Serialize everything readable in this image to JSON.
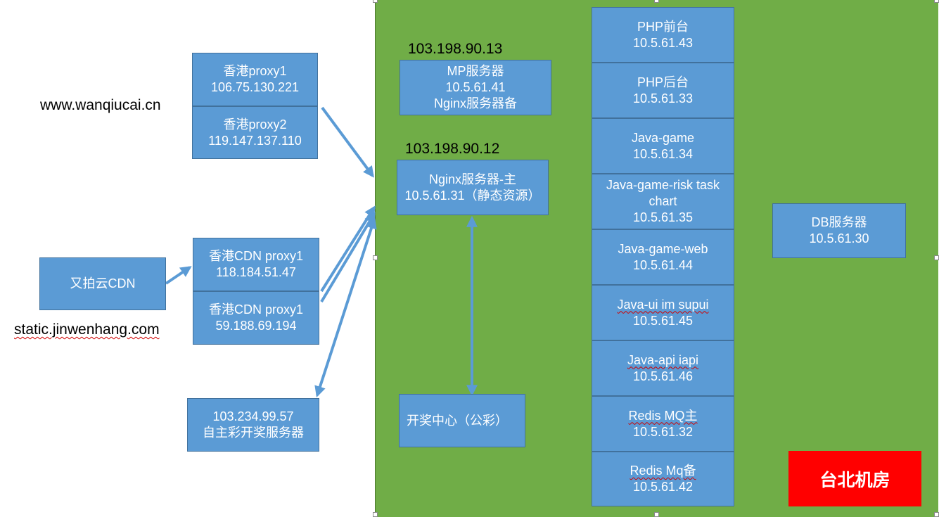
{
  "labels": {
    "domain1": "www.wanqiucai.cn",
    "domain2": "static.jinwenhang.com",
    "ip_mp": "103.198.90.13",
    "ip_nginx": "103.198.90.12"
  },
  "left_boxes": {
    "hk_proxy1": {
      "name": "香港proxy1",
      "ip": "106.75.130.221"
    },
    "hk_proxy2": {
      "name": "香港proxy2",
      "ip": "119.147.137.110"
    },
    "upyun_cdn": {
      "name": "又拍云CDN"
    },
    "hk_cdn_proxy1a": {
      "name": "香港CDN proxy1",
      "ip": "118.184.51.47"
    },
    "hk_cdn_proxy1b": {
      "name": "香港CDN proxy1",
      "ip": "59.188.69.194"
    },
    "self_lottery": {
      "ip": "103.234.99.57",
      "name": "自主彩开奖服务器"
    }
  },
  "center_boxes": {
    "mp_server": {
      "name": "MP服务器",
      "ip": "10.5.61.41",
      "note": "Nginx服务器备"
    },
    "nginx_main": {
      "name": "Nginx服务器-主",
      "ip": "10.5.61.31（静态资源）"
    },
    "lottery_center": {
      "name": "开奖中心（公彩）"
    }
  },
  "server_stack": [
    {
      "name": "PHP前台",
      "ip": "10.5.61.43"
    },
    {
      "name": "PHP后台",
      "ip": "10.5.61.33"
    },
    {
      "name": "Java-game",
      "ip": "10.5.61.34"
    },
    {
      "name": "Java-game-risk task chart",
      "ip": "10.5.61.35"
    },
    {
      "name": "Java-game-web",
      "ip": "10.5.61.44"
    },
    {
      "name": "Java-ui im supui",
      "ip": "10.5.61.45"
    },
    {
      "name": "Java-api iapi",
      "ip": "10.5.61.46"
    },
    {
      "name": "Redis MQ主",
      "ip": "10.5.61.32"
    },
    {
      "name": "Redis Mq备",
      "ip": "10.5.61.42"
    }
  ],
  "db_server": {
    "name": "DB服务器",
    "ip": "10.5.61.30"
  },
  "datacenter_label": "台北机房",
  "colors": {
    "region": "#70ad47",
    "box": "#5b9bd5",
    "box_border": "#41719c",
    "arrow": "#5b9bd5",
    "badge": "#ff0000"
  }
}
